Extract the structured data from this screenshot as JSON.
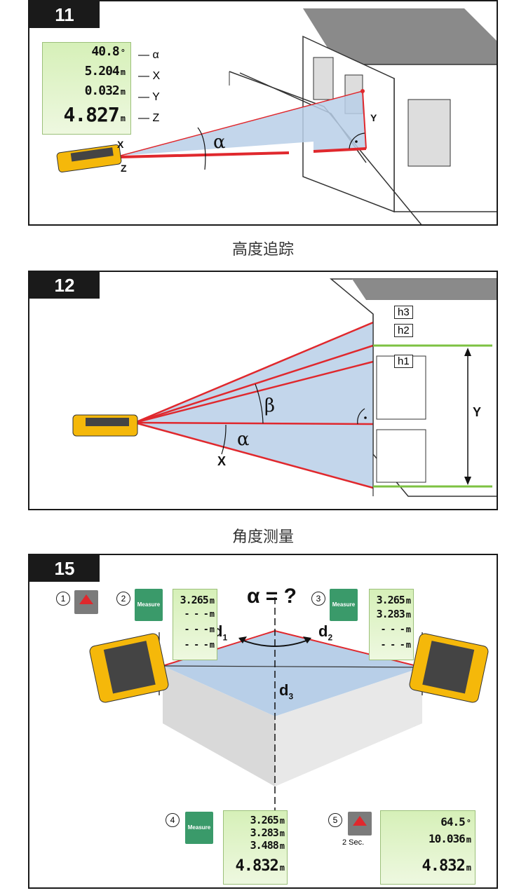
{
  "panel11": {
    "number": "11",
    "caption": "高度追踪",
    "lcd": {
      "alpha": "40.8",
      "alpha_unit": "°",
      "x": "5.204",
      "x_unit": "m",
      "y": "0.032",
      "y_unit": "m",
      "z": "4.827",
      "z_unit": "m"
    },
    "legend": [
      "α",
      "X",
      "Y",
      "Z"
    ],
    "labels": {
      "x": "X",
      "z": "Z",
      "y": "Y",
      "alpha": "α"
    }
  },
  "panel12": {
    "number": "12",
    "caption": "角度测量",
    "tags": [
      "h3",
      "h2",
      "h1"
    ],
    "labels": {
      "beta": "β",
      "alpha": "α",
      "x": "X",
      "y": "Y"
    }
  },
  "panel15": {
    "number": "15",
    "question": "α = ?",
    "d1": "d",
    "d1_sub": "1",
    "d2": "d",
    "d2_sub": "2",
    "d3": "d",
    "d3_sub": "3",
    "steps": [
      "1",
      "2",
      "3",
      "4",
      "5"
    ],
    "measure_label": "Measure",
    "sec_label": "2 Sec.",
    "lcd2": {
      "l1": "3.265",
      "l2": "- - -",
      "l3": "- - -",
      "l4": "- - -",
      "unit": "m"
    },
    "lcd3": {
      "l1": "3.265",
      "l2": "3.283",
      "l3": "- - -",
      "l4": "- - -",
      "unit": "m"
    },
    "lcd4": {
      "l1": "3.265",
      "l2": "3.283",
      "l3": "3.488",
      "l4": "4.832",
      "unit": "m"
    },
    "lcd5": {
      "l1": "64.5",
      "l1_unit": "°",
      "l2": "10.036",
      "l2_unit": "m",
      "l4": "4.832",
      "unit": "m"
    }
  },
  "colors": {
    "laser": "#e0282d",
    "ground": "#7dc242",
    "fill": "#b8cfe8",
    "device": "#f5b80a"
  }
}
